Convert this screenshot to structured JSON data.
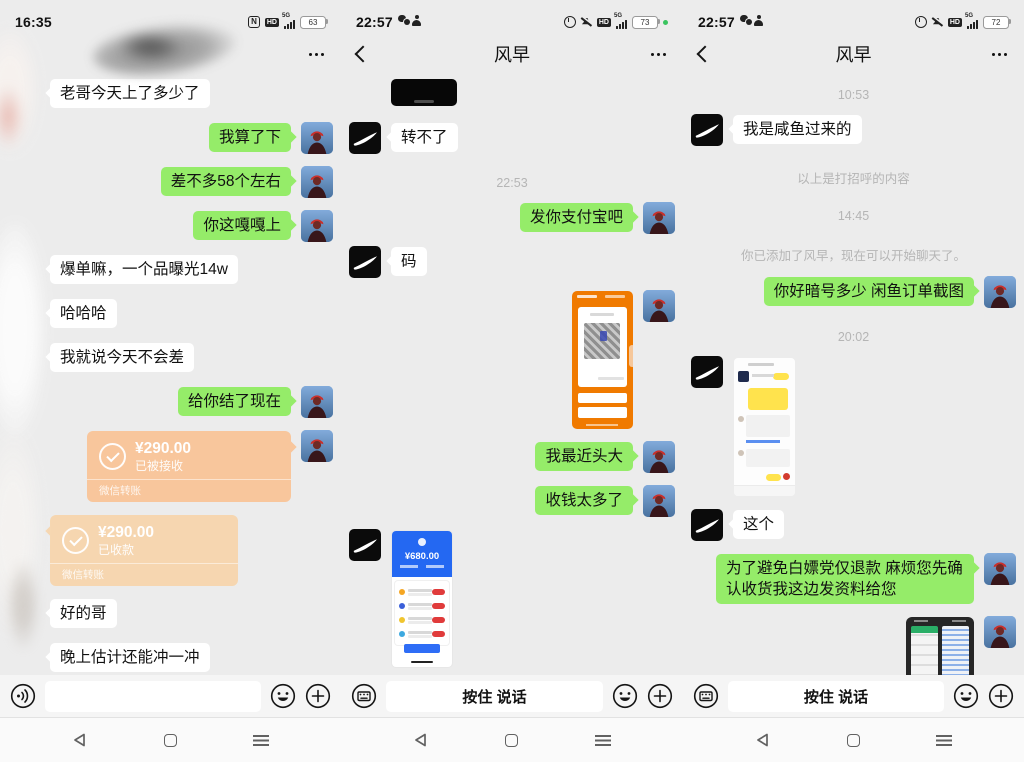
{
  "panels": [
    {
      "status": {
        "time": "16:35",
        "battery": "63",
        "left_icons": [],
        "right_icons": [
          "nfc",
          "hd",
          "signal",
          "battery"
        ]
      },
      "nav": {
        "title": "",
        "show_back": false
      },
      "messages": [
        {
          "type": "text",
          "side": "left",
          "avatar": "smudge",
          "text": "老哥今天上了多少了"
        },
        {
          "type": "text",
          "side": "right",
          "avatar": "person",
          "text": "我算了下"
        },
        {
          "type": "text",
          "side": "right",
          "avatar": "person",
          "text": "差不多58个左右"
        },
        {
          "type": "text",
          "side": "right",
          "avatar": "person",
          "text": "你这嘎嘎上"
        },
        {
          "type": "text",
          "side": "left",
          "avatar": "smudge",
          "text": "爆单嘛，一个品曝光14w"
        },
        {
          "type": "text",
          "side": "left",
          "avatar": "smudge",
          "text": "哈哈哈"
        },
        {
          "type": "text",
          "side": "left",
          "avatar": "smudge",
          "text": "我就说今天不会差"
        },
        {
          "type": "text",
          "side": "right",
          "avatar": "person",
          "text": "给你结了现在"
        },
        {
          "type": "transfer",
          "side": "right",
          "avatar": "person",
          "variant": "dark",
          "amount": "¥290.00",
          "status": "已被接收",
          "footer": "微信转账"
        },
        {
          "type": "transfer",
          "side": "left",
          "avatar": "smudge",
          "variant": "light",
          "amount": "¥290.00",
          "status": "已收款",
          "footer": "微信转账"
        },
        {
          "type": "text",
          "side": "left",
          "avatar": "smudge",
          "text": "好的哥"
        },
        {
          "type": "text",
          "side": "left",
          "avatar": "smudge",
          "text": "晚上估计还能冲一冲"
        }
      ],
      "input": {
        "mode": "text",
        "icon": "voice",
        "value": "",
        "talk_label": ""
      }
    },
    {
      "status": {
        "time": "22:57",
        "battery": "73",
        "left_icons": [
          "wechat",
          "person"
        ],
        "right_icons": [
          "alarm",
          "mute",
          "hd",
          "signal",
          "battery",
          "green_dot"
        ]
      },
      "nav": {
        "title": "风早",
        "show_back": true
      },
      "messages": [
        {
          "type": "image",
          "side": "left",
          "avatar": "none",
          "variant": "black_screenshot"
        },
        {
          "type": "text",
          "side": "left",
          "avatar": "nike",
          "text": "转不了"
        },
        {
          "type": "time",
          "text": "22:53"
        },
        {
          "type": "text",
          "side": "right",
          "avatar": "person",
          "text": "发你支付宝吧"
        },
        {
          "type": "text",
          "side": "left",
          "avatar": "nike",
          "text": "码"
        },
        {
          "type": "image",
          "side": "right",
          "avatar": "person",
          "variant": "alipay_qr"
        },
        {
          "type": "text",
          "side": "right",
          "avatar": "person",
          "text": "我最近头大"
        },
        {
          "type": "text",
          "side": "right",
          "avatar": "person",
          "text": "收钱太多了"
        },
        {
          "type": "image",
          "side": "left",
          "avatar": "nike",
          "variant": "alipay_payment",
          "image_text": "¥680.00"
        }
      ],
      "input": {
        "mode": "talk",
        "icon": "keyboard",
        "value": "",
        "talk_label": "按住 说话"
      }
    },
    {
      "status": {
        "time": "22:57",
        "battery": "72",
        "left_icons": [
          "wechat",
          "person"
        ],
        "right_icons": [
          "alarm",
          "mute",
          "hd",
          "signal",
          "battery"
        ]
      },
      "nav": {
        "title": "风早",
        "show_back": true
      },
      "messages": [
        {
          "type": "time",
          "text": "10:53"
        },
        {
          "type": "text",
          "side": "left",
          "avatar": "nike",
          "text": "我是咸鱼过来的"
        },
        {
          "type": "system",
          "text": "以上是打招呼的内容"
        },
        {
          "type": "time",
          "text": "14:45"
        },
        {
          "type": "system",
          "text": "你已添加了风早，现在可以开始聊天了。"
        },
        {
          "type": "text",
          "side": "right",
          "avatar": "person",
          "text": "你好暗号多少 闲鱼订单截图"
        },
        {
          "type": "time",
          "text": "20:02"
        },
        {
          "type": "image",
          "side": "left",
          "avatar": "nike",
          "variant": "xianyu_chat"
        },
        {
          "type": "text",
          "side": "left",
          "avatar": "nike",
          "text": "这个"
        },
        {
          "type": "text",
          "side": "right",
          "avatar": "person",
          "text": "为了避免白嫖党仅退款 麻烦您先确认收货我这边发资料给您"
        },
        {
          "type": "image",
          "side": "right",
          "avatar": "person",
          "variant": "dark_double_screenshot"
        }
      ],
      "input": {
        "mode": "talk",
        "icon": "keyboard",
        "value": "",
        "talk_label": "按住 说话"
      }
    }
  ]
}
